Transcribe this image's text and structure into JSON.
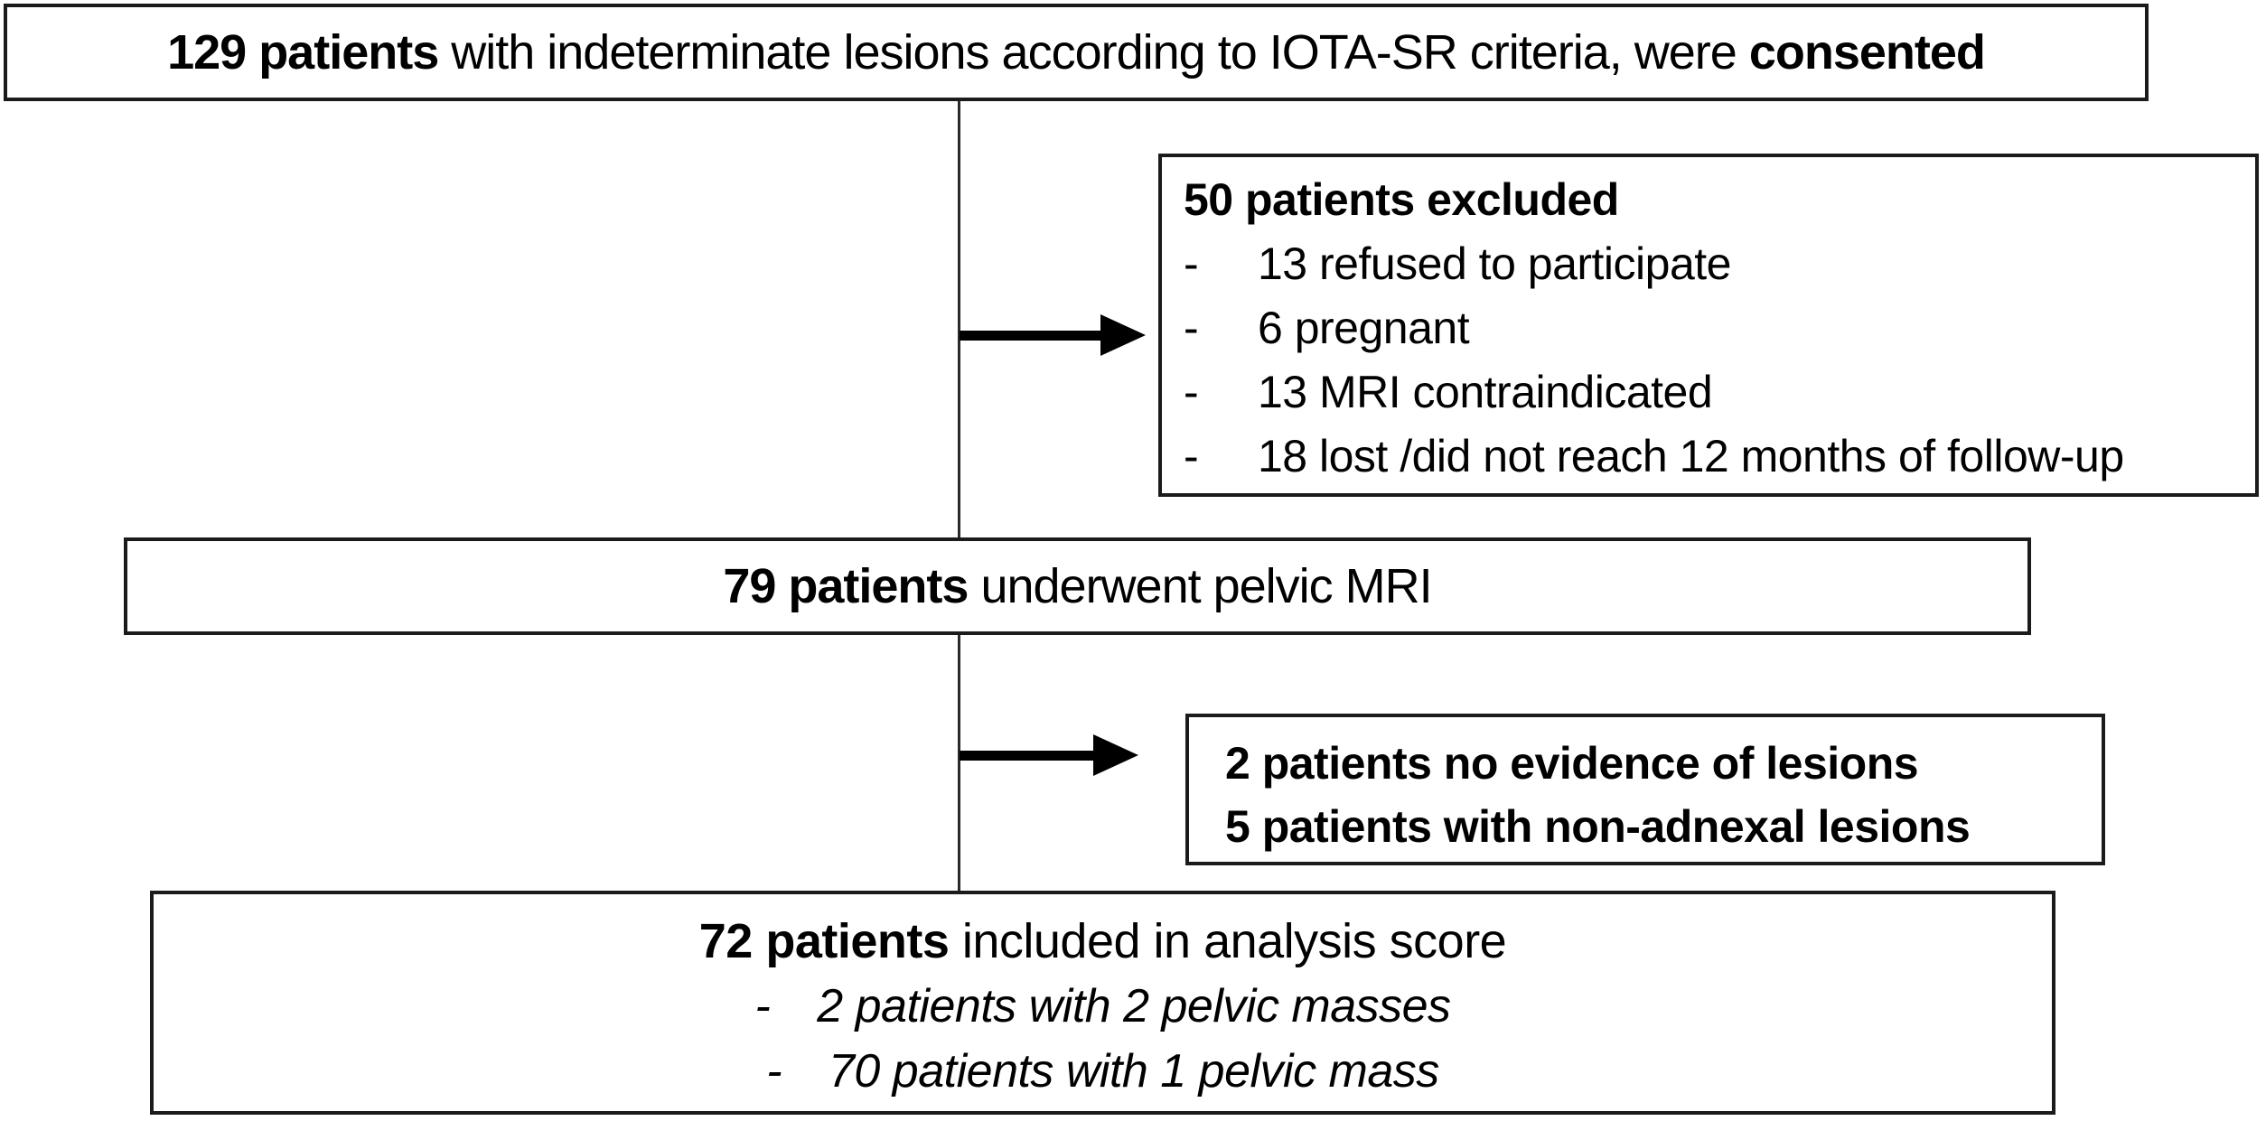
{
  "diagram": {
    "name": "Patient inclusion flowchart",
    "colors": {
      "background": "#ffffff",
      "border": "#1b1b1b",
      "text": "#000000",
      "arrow": "#000000"
    },
    "consented_box": {
      "count": "129 patients",
      "middle": " with indeterminate lesions according to IOTA-SR criteria, were ",
      "emphasis": "consented"
    },
    "excluded_box": {
      "title": "50 patients excluded",
      "bullet": "-",
      "items": [
        "13 refused to participate",
        "6 pregnant",
        "13 MRI contraindicated",
        "18 lost /did not reach 12 months of follow-up"
      ]
    },
    "mri_box": {
      "count": "79 patients",
      "rest": " underwent pelvic MRI"
    },
    "non_adnexal_box": {
      "lines": [
        "2 patients no evidence of lesions",
        "5 patients with non-adnexal lesions"
      ]
    },
    "analysis_box": {
      "count": "72 patients",
      "rest": " included in analysis score",
      "bullet": "-",
      "items": [
        "2 patients with 2 pelvic masses",
        "70 patients with 1 pelvic mass"
      ]
    }
  }
}
